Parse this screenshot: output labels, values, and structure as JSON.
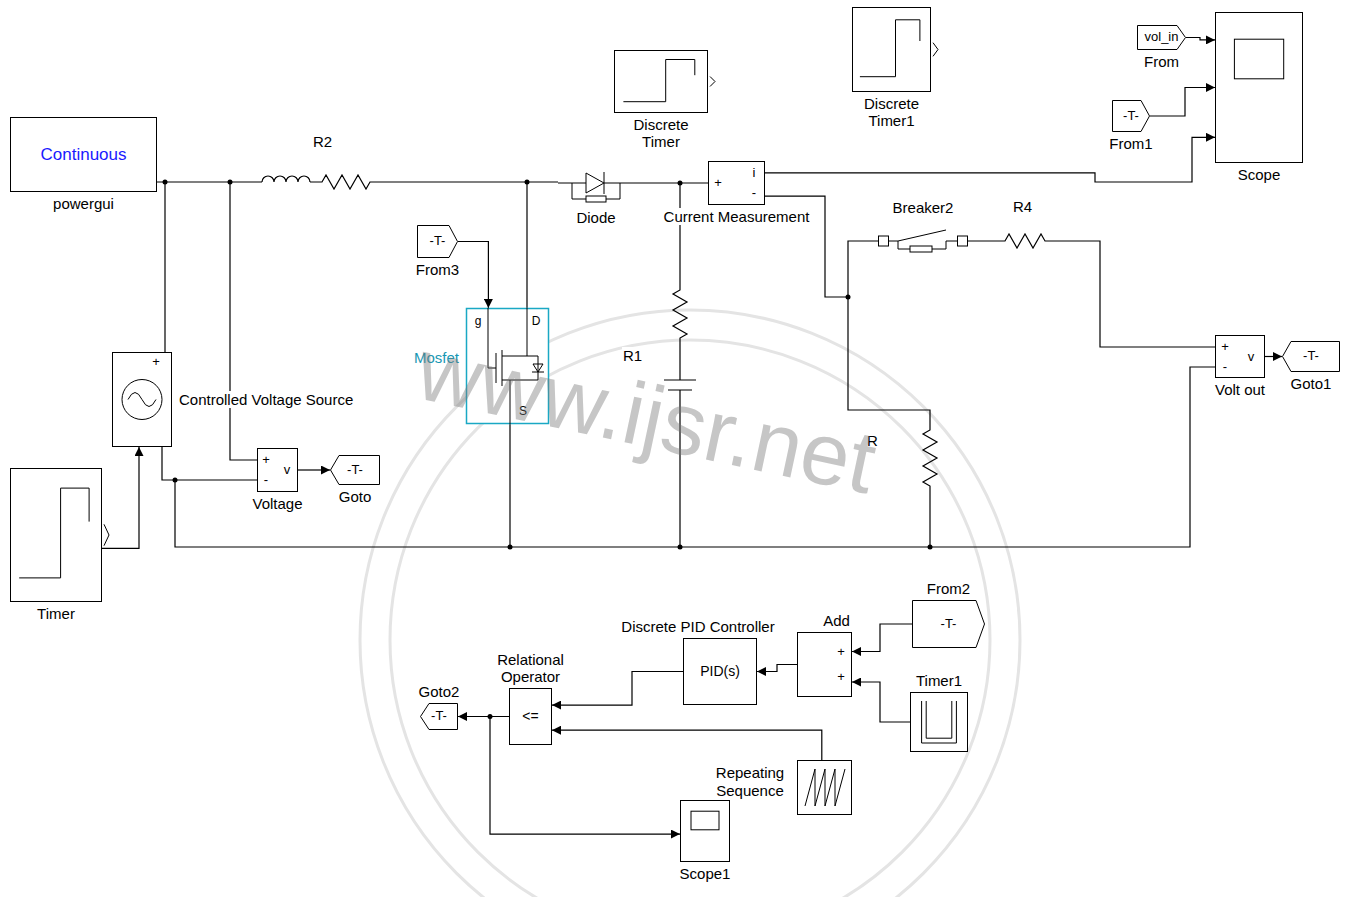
{
  "diagram": {
    "nodes": [
      {
        "text": [
          "Continuous",
          "powergui"
        ]
      },
      {
        "text": [
          "Discrete Timer"
        ]
      },
      {
        "text": [
          "Discrete Timer1"
        ]
      },
      {
        "text": [
          "vol_in",
          "From"
        ]
      },
      {
        "text": [
          "-T-",
          "From1"
        ]
      },
      {
        "text": [
          "Scope"
        ]
      },
      {
        "text": [
          "Diode"
        ]
      },
      {
        "text": [
          "+",
          "i",
          "-",
          "Current Measurement"
        ]
      },
      {
        "text": [
          "-T-",
          "From3"
        ]
      },
      {
        "text": [
          "g",
          "D",
          "S",
          "Mosfet"
        ]
      },
      {
        "text": [
          "Breaker2"
        ]
      },
      {
        "text": [
          "+",
          "Controlled Voltage Source"
        ]
      },
      {
        "text": [
          "+",
          "-",
          "v",
          "Voltage"
        ]
      },
      {
        "text": [
          "-T-",
          "Goto"
        ]
      },
      {
        "text": [
          "+",
          "-",
          "v",
          "Volt out"
        ]
      },
      {
        "text": [
          "-T-",
          "Goto1"
        ]
      },
      {
        "text": [
          "Timer"
        ]
      },
      {
        "text": [
          "-T-",
          "From2"
        ]
      },
      {
        "text": [
          "PID(s)",
          "Discrete PID Controller"
        ]
      },
      {
        "text": [
          "+",
          "+",
          "Add"
        ]
      },
      {
        "text": [
          "Timer1"
        ]
      },
      {
        "text": [
          "<=",
          "Relational Operator"
        ]
      },
      {
        "text": [
          "Repeating Sequence"
        ]
      },
      {
        "text": [
          "-T-",
          "Goto2"
        ]
      },
      {
        "text": [
          "Scope1"
        ]
      }
    ],
    "edges": [
      {
        "from": 3,
        "to": 5,
        "arrow": "to"
      },
      {
        "from": 4,
        "to": 5,
        "arrow": "to"
      },
      {
        "from": 7,
        "to": 5,
        "arrow": "to"
      },
      {
        "from": 6,
        "to": 7,
        "arrow": "none"
      },
      {
        "from": 8,
        "to": 9,
        "arrow": "to"
      },
      {
        "from": 7,
        "to": 10,
        "arrow": "none"
      },
      {
        "from": 16,
        "to": 11,
        "arrow": "to"
      },
      {
        "from": 12,
        "to": 13,
        "arrow": "to"
      },
      {
        "from": 14,
        "to": 15,
        "arrow": "to"
      },
      {
        "from": 17,
        "to": 19,
        "arrow": "to"
      },
      {
        "from": 20,
        "to": 19,
        "arrow": "to"
      },
      {
        "from": 19,
        "to": 18,
        "arrow": "to"
      },
      {
        "from": 18,
        "to": 21,
        "arrow": "to"
      },
      {
        "from": 22,
        "to": 21,
        "arrow": "to"
      },
      {
        "from": 21,
        "to": 23,
        "arrow": "to"
      },
      {
        "from": 21,
        "to": 24,
        "arrow": "to"
      }
    ],
    "labels": [
      "R2",
      "R4",
      "R1",
      "R",
      "www.ijsr.net"
    ]
  }
}
